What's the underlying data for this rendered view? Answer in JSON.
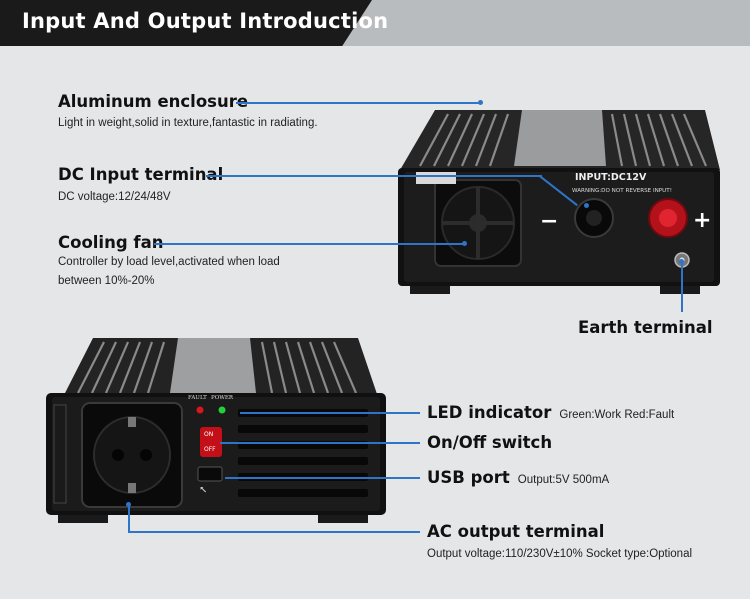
{
  "header": {
    "title": "Input And Output Introduction"
  },
  "callouts": {
    "enclosure": {
      "title": "Aluminum enclosure",
      "desc": "Light in weight,solid in texture,fantastic in radiating."
    },
    "dc_input": {
      "title": "DC Input terminal",
      "desc": "DC voltage:12/24/48V"
    },
    "fan": {
      "title": "Cooling fan",
      "desc1": "Controller by load level,activated when load",
      "desc2": "between 10%-20%"
    },
    "earth": {
      "title": "Earth terminal"
    },
    "led": {
      "title": "LED indicator",
      "desc": "Green:Work  Red:Fault"
    },
    "switch": {
      "title": "On/Off switch"
    },
    "usb": {
      "title": "USB port",
      "desc": "Output:5V 500mA"
    },
    "ac_output": {
      "title": "AC output terminal",
      "desc": "Output voltage:110/230V±10%  Socket type:Optional"
    }
  },
  "device_labels": {
    "input_label": "INPUT:DC12V",
    "warning": "WARNING:DO NOT REVERSE INPUT!",
    "minus": "−",
    "plus": "+",
    "fault": "FAULT",
    "power": "POWER",
    "on": "ON",
    "off": "OFF",
    "usb_symbol": "⭦"
  },
  "colors": {
    "accent": "#2e74c9",
    "header_dark": "#1a1a1a",
    "header_bar": "#b9bcbf",
    "background": "#e4e6e8"
  }
}
